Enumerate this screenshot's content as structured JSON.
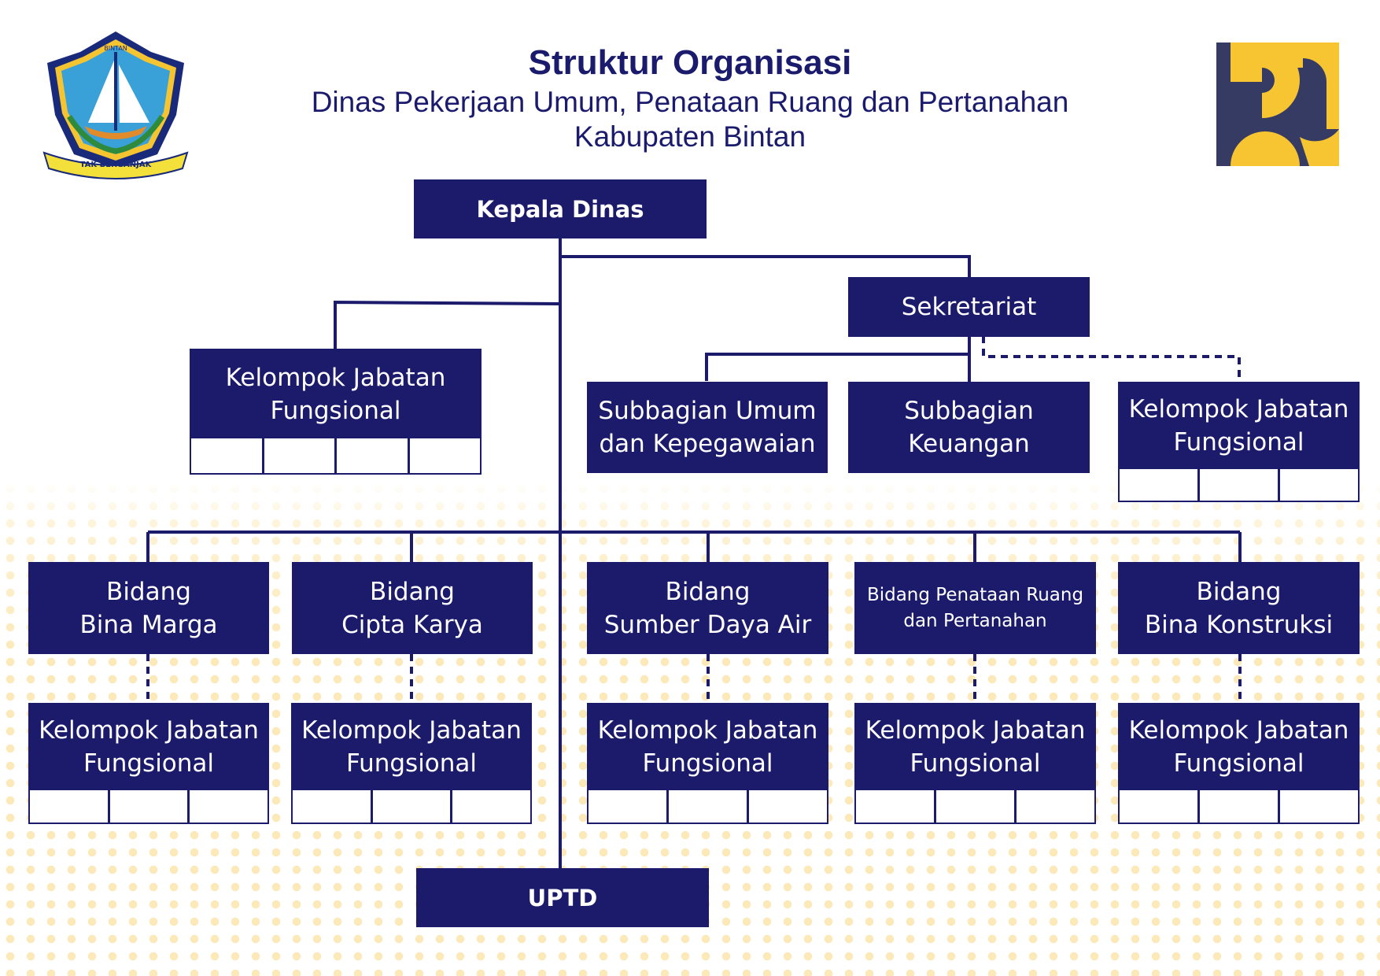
{
  "header": {
    "title": "Struktur Organisasi",
    "subtitle_line1": "Dinas Pekerjaan Umum, Penataan Ruang dan Pertanahan",
    "subtitle_line2": "Kabupaten Bintan"
  },
  "logos": {
    "left": {
      "icon": "kabupaten-bintan-emblem",
      "ribbon_text": "TAK BERGANJAK",
      "banner_text": "BINTAN"
    },
    "right": {
      "icon": "pu-logo"
    }
  },
  "colors": {
    "navy": "#1b1a6b",
    "gold": "#f7c531",
    "logo_dark": "#363b64"
  },
  "org": {
    "kepala_dinas": "Kepala Dinas",
    "sekretariat": "Sekretariat",
    "kjf_pusat": {
      "line1": "Kelompok Jabatan",
      "line2": "Fungsional"
    },
    "subbag_umum": {
      "line1": "Subbagian Umum",
      "line2": "dan Kepegawaian"
    },
    "subbag_keuangan": {
      "line1": "Subbagian",
      "line2": "Keuangan"
    },
    "kjf_sekretariat": {
      "line1": "Kelompok Jabatan",
      "line2": "Fungsional"
    },
    "bidang": [
      {
        "line1": "Bidang",
        "line2": "Bina Marga"
      },
      {
        "line1": "Bidang",
        "line2": "Cipta Karya"
      },
      {
        "line1": "Bidang",
        "line2": "Sumber Daya Air"
      },
      {
        "line1": "Bidang Penataan Ruang",
        "line2": "dan Pertanahan"
      },
      {
        "line1": "Bidang",
        "line2": "Bina Konstruksi"
      }
    ],
    "kjf_bidang": [
      {
        "line1": "Kelompok Jabatan",
        "line2": "Fungsional"
      },
      {
        "line1": "Kelompok Jabatan",
        "line2": "Fungsional"
      },
      {
        "line1": "Kelompok Jabatan",
        "line2": "Fungsional"
      },
      {
        "line1": "Kelompok Jabatan",
        "line2": "Fungsional"
      },
      {
        "line1": "Kelompok Jabatan",
        "line2": "Fungsional"
      }
    ],
    "uptd": "UPTD"
  }
}
